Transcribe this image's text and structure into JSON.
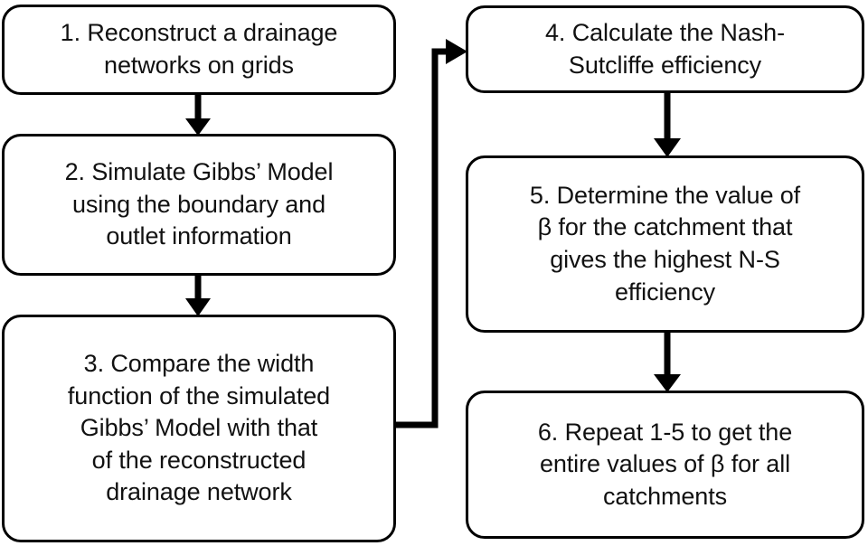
{
  "diagram": {
    "title": "Gibbs' Model beta-calibration workflow flowchart",
    "background_color": "#ffffff",
    "stroke_color": "#000000",
    "text_color": "#111111",
    "nodes": [
      {
        "id": "step-1",
        "number": "1.",
        "text": "1. Reconstruct a drainage\nnetworks on grids"
      },
      {
        "id": "step-2",
        "number": "2.",
        "text": "2. Simulate Gibbs’ Model\nusing the boundary and\noutlet information"
      },
      {
        "id": "step-3",
        "number": "3.",
        "text": "3. Compare the width\nfunction of the simulated\nGibbs’ Model with that\nof the reconstructed\ndrainage network"
      },
      {
        "id": "step-4",
        "number": "4.",
        "text": "4. Calculate the Nash-\nSutcliffe efficiency"
      },
      {
        "id": "step-5",
        "number": "5.",
        "text": "5. Determine the value of\nβ for the catchment that\ngives the highest N-S\nefficiency"
      },
      {
        "id": "step-6",
        "number": "6.",
        "text": "6. Repeat 1-5 to get the\nentire values of β for all\ncatchments"
      }
    ],
    "edges": [
      {
        "id": "edge-1-2",
        "from": "step-1",
        "to": "step-2",
        "shape": "vertical-arrow"
      },
      {
        "id": "edge-2-3",
        "from": "step-2",
        "to": "step-3",
        "shape": "vertical-arrow"
      },
      {
        "id": "edge-3-4",
        "from": "step-3",
        "to": "step-4",
        "shape": "elbow-arrow"
      },
      {
        "id": "edge-4-5",
        "from": "step-4",
        "to": "step-5",
        "shape": "vertical-arrow"
      },
      {
        "id": "edge-5-6",
        "from": "step-5",
        "to": "step-6",
        "shape": "vertical-arrow"
      }
    ]
  }
}
